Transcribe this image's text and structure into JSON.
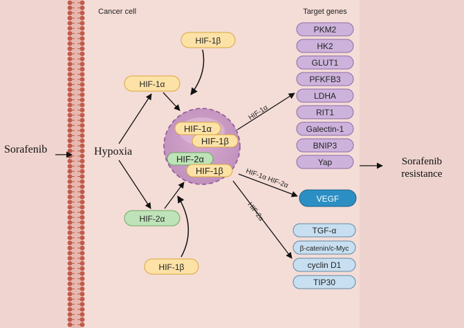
{
  "labels": {
    "cancer_cell": "Cancer cell",
    "target_genes": "Target genes",
    "sorafenib": "Sorafenib",
    "hypoxia": "Hypoxia",
    "resistance_line1": "Sorafenib",
    "resistance_line2": "resistance"
  },
  "factors": {
    "hif1b_top": "HIF-1β",
    "hif1a_upper": "HIF-1α",
    "hif2a_lower": "HIF-2α",
    "hif1b_bottom": "HIF-1β"
  },
  "nucleus": {
    "complex1_alpha": "HIF-1α",
    "complex1_beta": "HIF-1β",
    "complex2_alpha": "HIF-2α",
    "complex2_beta": "HIF-1β"
  },
  "arrows": {
    "to_group1": "HIF-1α",
    "to_vegf": "HIF-1α HIF-2α",
    "to_group3": "HIF-2α"
  },
  "genes_hif1a": [
    "PKM2",
    "HK2",
    "GLUT1",
    "PFKFB3",
    "LDHA",
    "RIT1",
    "Galectin-1",
    "BNIP3",
    "Yap"
  ],
  "gene_shared": "VEGF",
  "genes_hif2a": [
    "TGF-α",
    "β-catenin/c-Myc",
    "cyclin D1",
    "TIP30"
  ],
  "colors": {
    "hif1_fill": "#fde2a8",
    "hif1_stroke": "#d9a83a",
    "hif2_fill": "#bfe3b8",
    "hif2_stroke": "#6aa864",
    "gene_fill": "#cdb3dc",
    "vegf_fill": "#2b8fc4",
    "lower_gene_fill": "#c7dff0",
    "membrane": "#c25a4a"
  }
}
